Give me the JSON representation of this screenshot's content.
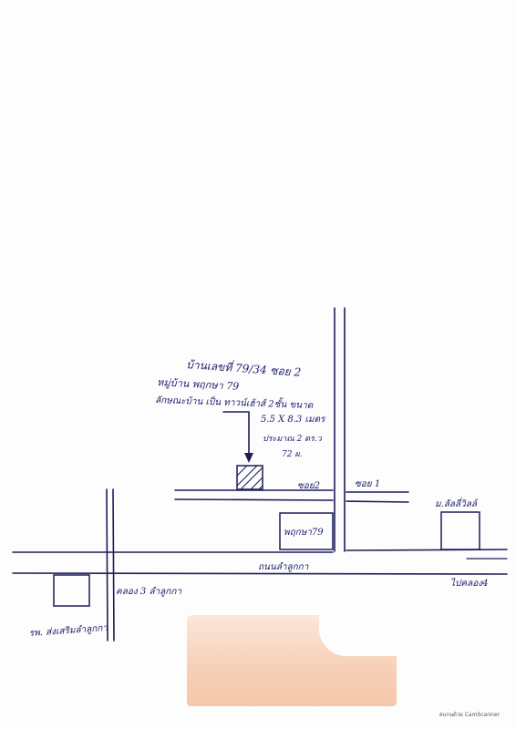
{
  "map": {
    "labels": {
      "house_line1": "บ้านเลขที่ 79/34 ซอย 2",
      "house_line2": "หมู่บ้าน พฤกษา 79",
      "house_line3": "ลักษณะบ้าน เป็น ทาวน์เฮ้าส์ 2ชั้น ขนาด",
      "house_size": "5.5 X 8.3 เมตร",
      "house_note1": "ประมาณ 2 ตร.ว",
      "house_note2": "72 ผ.",
      "soi2": "ซอย2",
      "soi1": "ซอย 1",
      "village_block": "พฤกษา79",
      "wat": "ม.ลัลลี่วิลล์",
      "main_road": "ถนนลำลูกกา",
      "canal": "คลอง 3 ลำลูกกา",
      "hospital": "รพ. ส่งเสริมลำลูกกา",
      "to_direction": "ไปคลอง4"
    },
    "footer": "สแกนด้วย CamScanner"
  }
}
